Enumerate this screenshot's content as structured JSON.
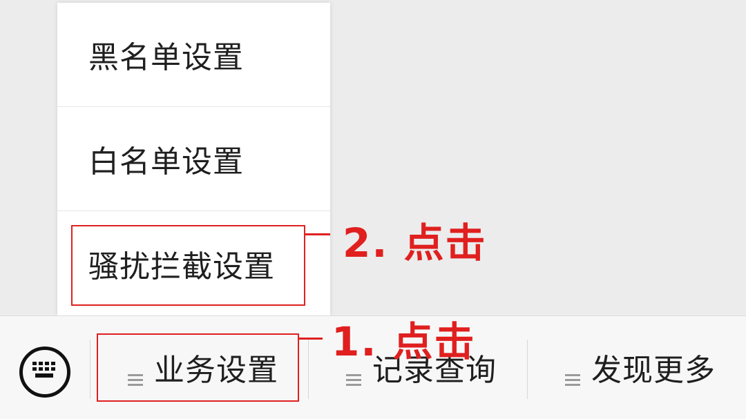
{
  "popup_menu": {
    "items": [
      {
        "label": "黑名单设置"
      },
      {
        "label": "白名单设置"
      },
      {
        "label": "骚扰拦截设置"
      }
    ]
  },
  "bottom_menu": {
    "items": [
      {
        "label": "业务设置",
        "icon": "menu-lines-icon"
      },
      {
        "label": "记录查询",
        "icon": "menu-lines-icon"
      },
      {
        "label": "发现更多",
        "icon": "menu-lines-icon"
      }
    ],
    "keyboard_icon": "keyboard-icon"
  },
  "annotations": {
    "step1": "1. 点击",
    "step2": "2. 点击",
    "color": "#e01f1f"
  }
}
